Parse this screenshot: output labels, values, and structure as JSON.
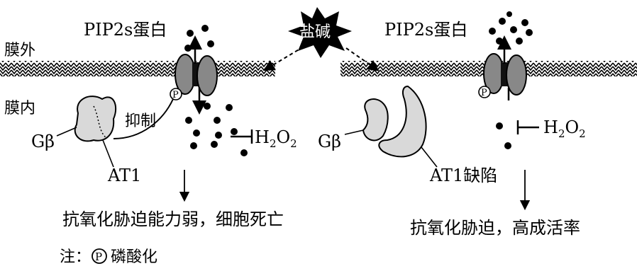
{
  "labels": {
    "outside": "膜外",
    "inside": "膜内",
    "pip_left": "PIP2s蛋白",
    "pip_right": "PIP2s蛋白",
    "stress": "盐碱",
    "inhibit": "抑制",
    "gbeta_left": "Gβ",
    "gbeta_right": "Gβ",
    "at1": "AT1",
    "at1_defect": "AT1缺陷",
    "h2o2_left_main": "H",
    "h2o2_left_sub1": "2",
    "h2o2_left_mid": "O",
    "h2o2_left_sub2": "2",
    "h2o2_right_main": "H",
    "h2o2_right_sub1": "2",
    "h2o2_right_mid": "O",
    "h2o2_right_sub2": "2",
    "phospho_p": "P",
    "result_left": "抗氧化胁迫能力弱，细胞死亡",
    "result_right": "抗氧化胁迫，高成活率",
    "note_prefix": "注：",
    "note_symbol": "P",
    "note_text": "磷酸化"
  }
}
